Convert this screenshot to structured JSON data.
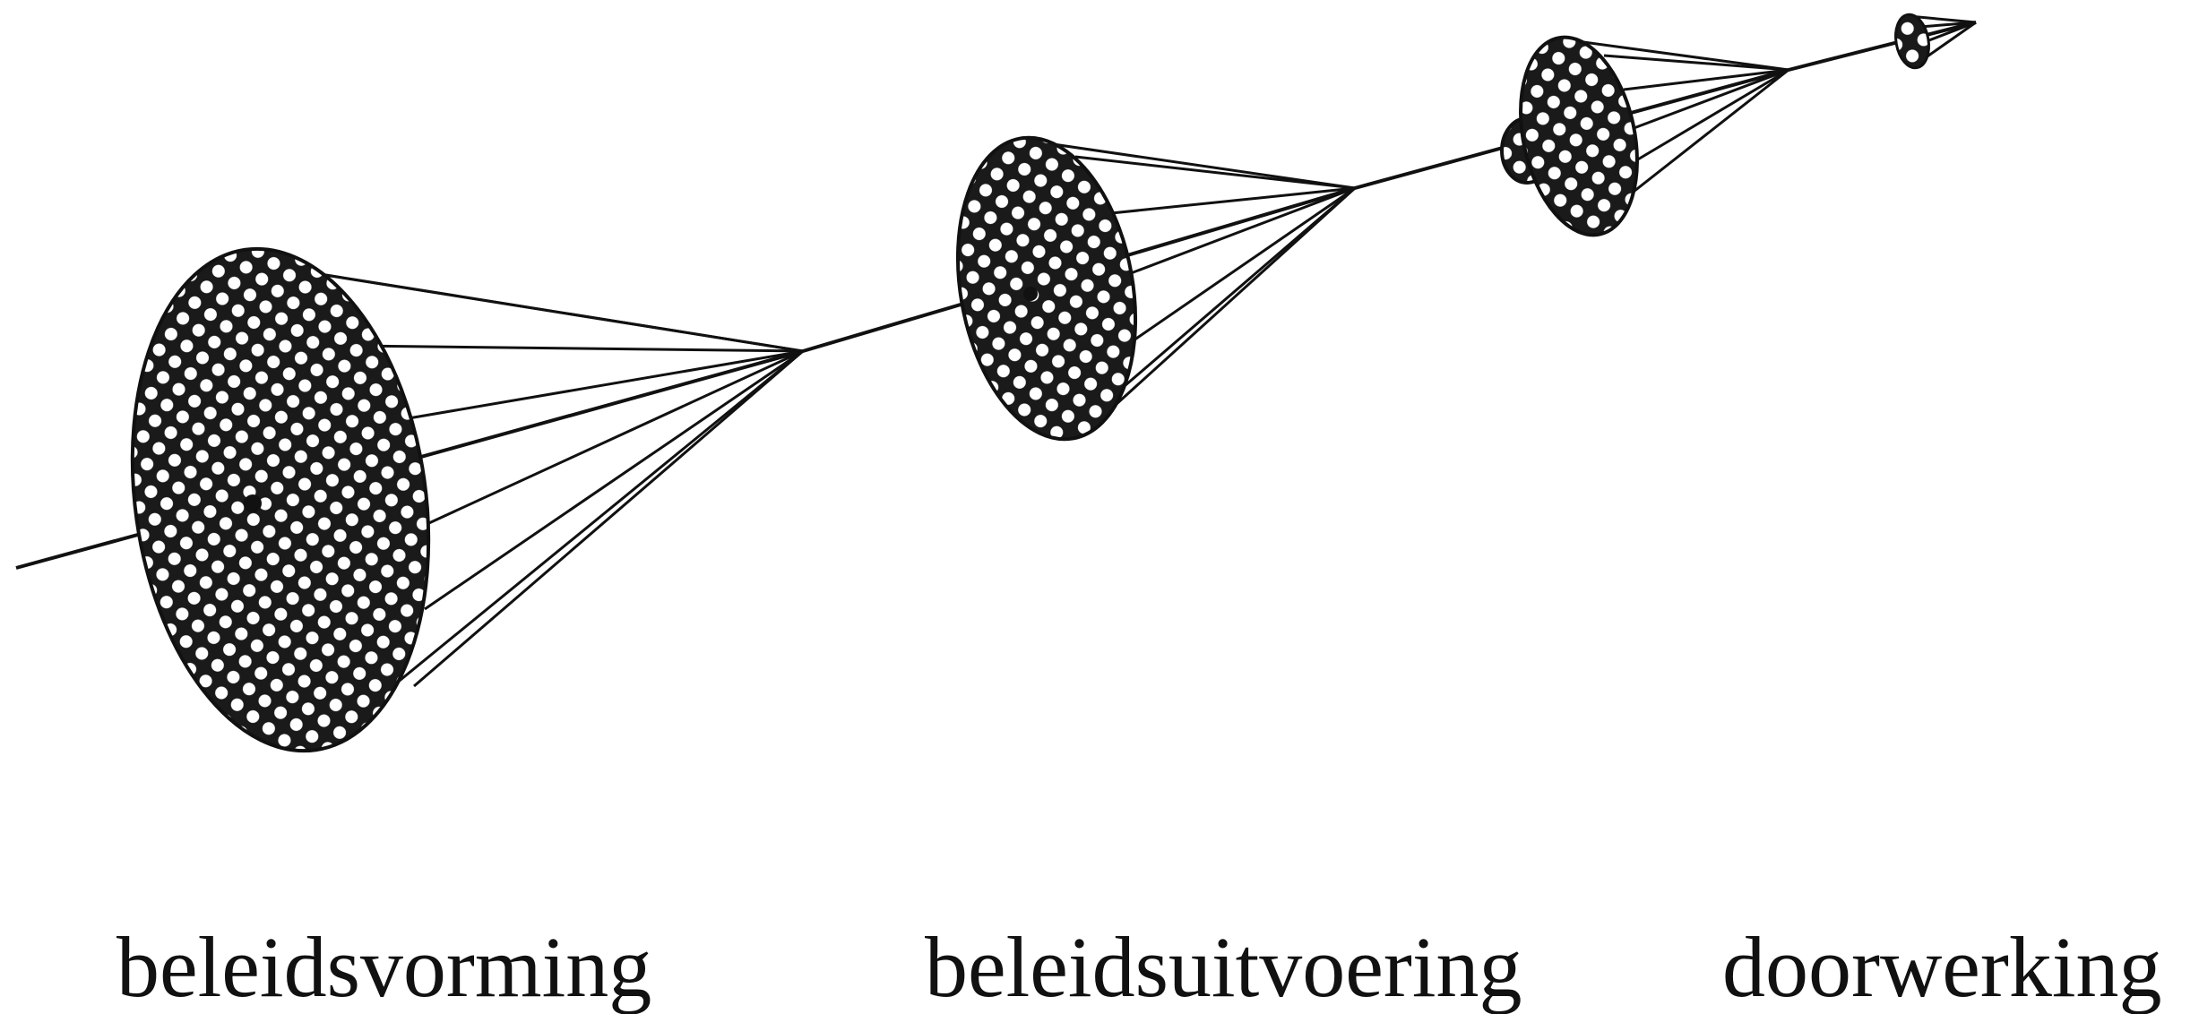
{
  "stages": [
    {
      "id": "stage-1",
      "label": "beleidsvorming"
    },
    {
      "id": "stage-2",
      "label": "beleidsuitvoering"
    },
    {
      "id": "stage-3",
      "label": "doorwerking"
    }
  ],
  "colors": {
    "ink": "#111111",
    "background": "#ffffff"
  }
}
